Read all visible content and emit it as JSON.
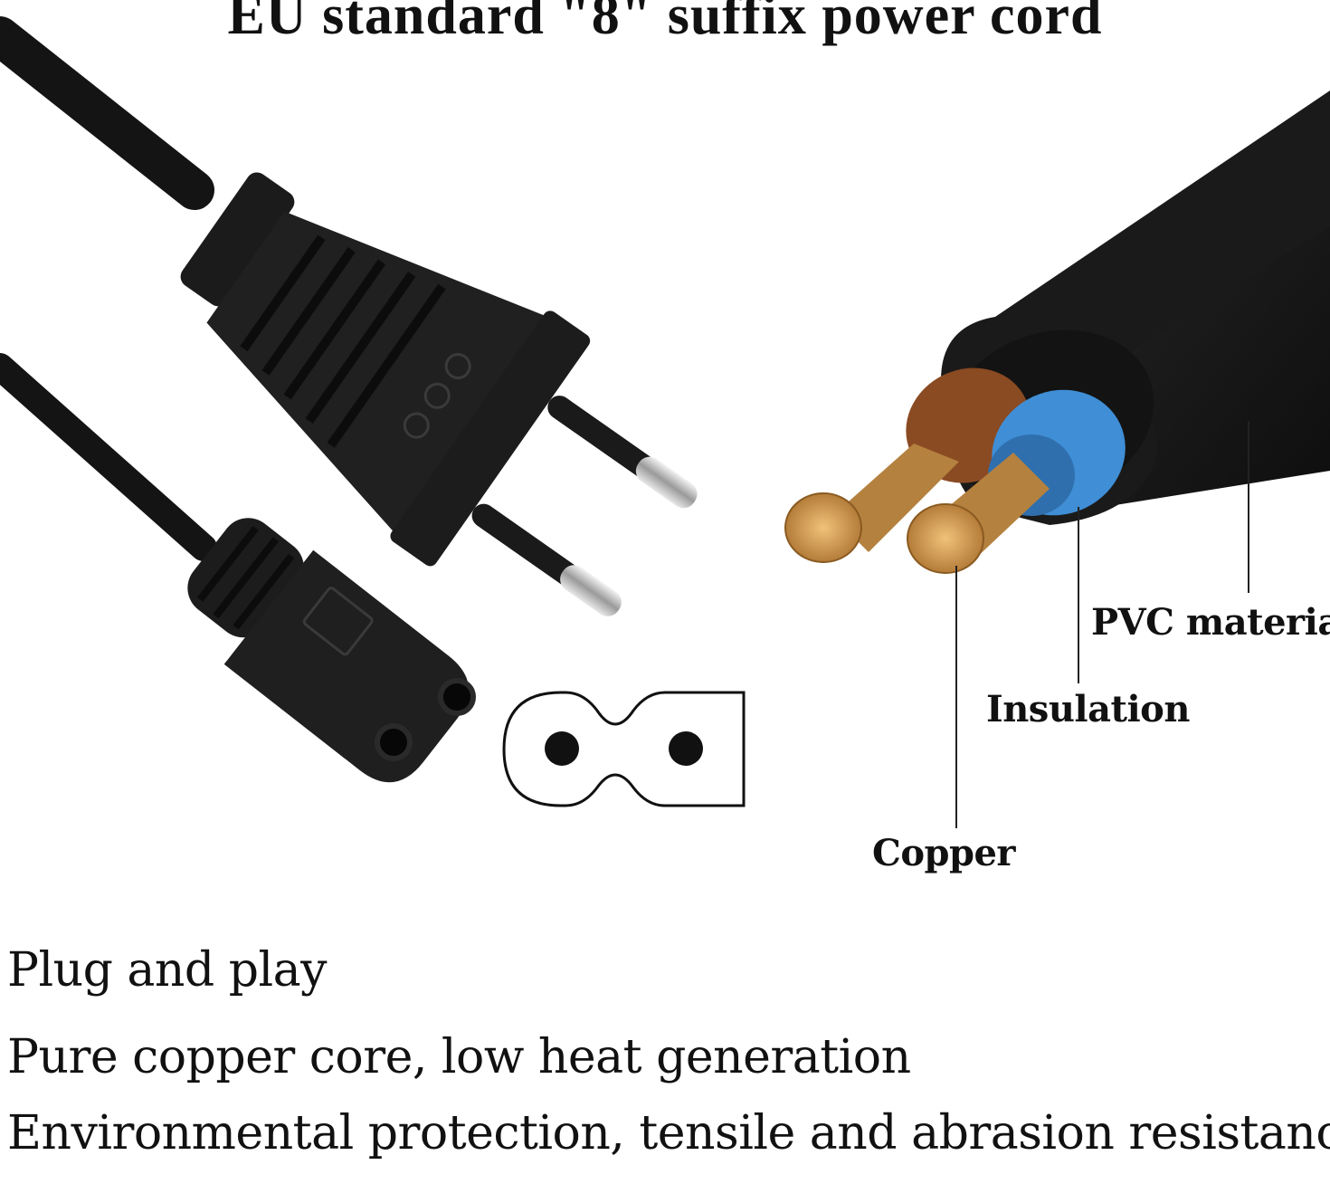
{
  "title": "EU standard \"8\" suffix power cord",
  "labels": {
    "pvc": "PVC materia",
    "insulation": "Insulation",
    "copper": "Copper"
  },
  "features": [
    "Plug and play",
    "Pure copper core, low heat generation",
    "Environmental protection, tensile and abrasion resistance"
  ],
  "colors": {
    "cable": "#161616",
    "brown_wire": "#8a4a22",
    "blue_wire": "#3f8ed6",
    "copper": "#c9954b"
  }
}
